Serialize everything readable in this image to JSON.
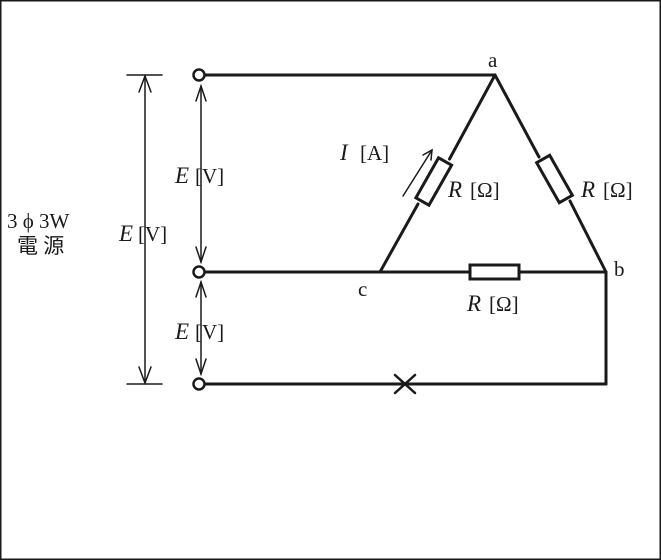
{
  "source": {
    "line1": "3 ϕ 3W",
    "line2": "電 源"
  },
  "nodes": {
    "a": "a",
    "b": "b",
    "c": "c"
  },
  "voltages": {
    "total_symbol": "E",
    "total_unit": "[V]",
    "upper_symbol": "E",
    "upper_unit": "[V]",
    "lower_symbol": "E",
    "lower_unit": "[V]"
  },
  "current": {
    "symbol": "I",
    "unit": "[A]"
  },
  "resistors": {
    "ac": {
      "symbol": "R",
      "unit": "[Ω]"
    },
    "ab": {
      "symbol": "R",
      "unit": "[Ω]"
    },
    "cb": {
      "symbol": "R",
      "unit": "[Ω]"
    }
  },
  "colors": {
    "stroke": "#1a1a1a",
    "background": "#ffffff"
  }
}
